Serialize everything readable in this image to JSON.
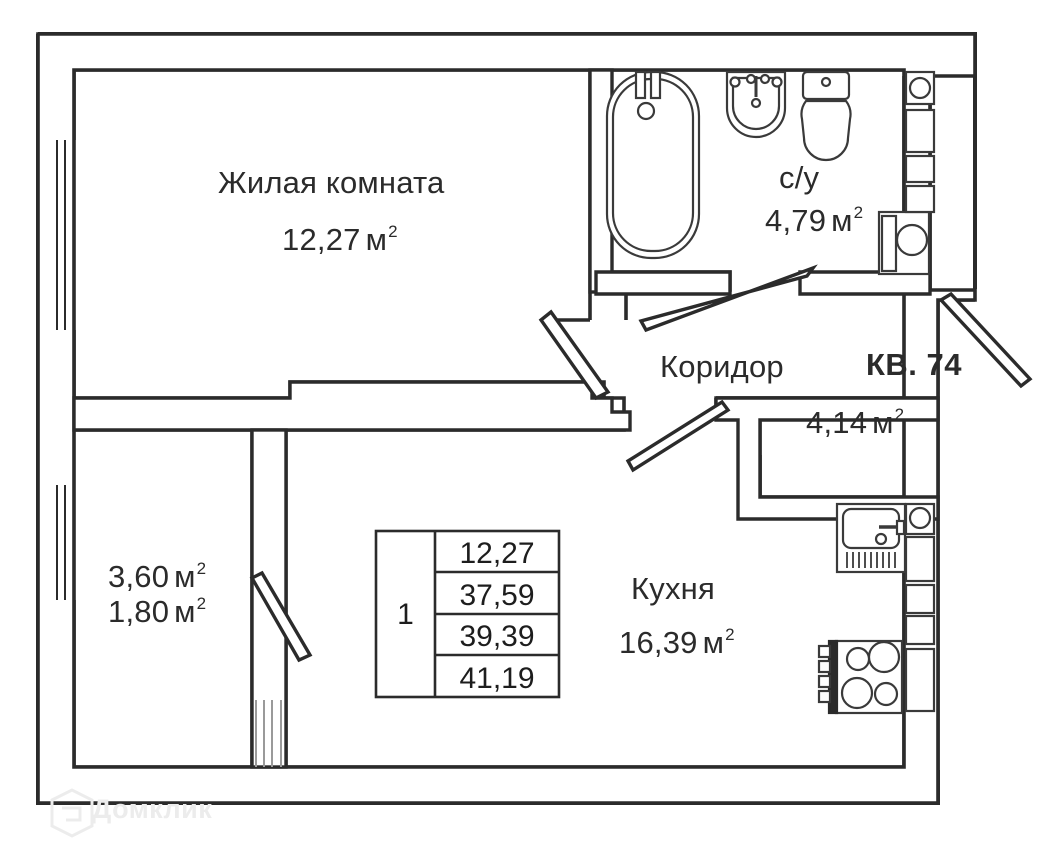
{
  "plan": {
    "flat_label": "КВ. 74",
    "rooms": [
      {
        "key": "living",
        "name": "Жилая комната",
        "area": "12,27",
        "unit": "м",
        "sup": "2"
      },
      {
        "key": "bathroom",
        "name": "с/у",
        "area": "4,79",
        "unit": "м",
        "sup": "2"
      },
      {
        "key": "corridor",
        "name": "Коридор",
        "area": "4,14",
        "unit": "м",
        "sup": "2"
      },
      {
        "key": "kitchen",
        "name": "Кухня",
        "area": "16,39",
        "unit": "м",
        "sup": "2"
      }
    ],
    "balcony": {
      "area_full": "3,60",
      "area_reduced": "1,80",
      "unit": "м",
      "sup": "2"
    },
    "summary_table": {
      "rooms_count": "1",
      "values": [
        "12,27",
        "37,59",
        "39,39",
        "41,19"
      ]
    },
    "watermark": {
      "text": "Домклик",
      "icon": "domclick-house-logo"
    },
    "colors": {
      "wall": "#2b2b2b",
      "fixture": "#3a3a3a",
      "text": "#2b2b2b",
      "watermark": "#ececec",
      "background": "#ffffff"
    }
  }
}
